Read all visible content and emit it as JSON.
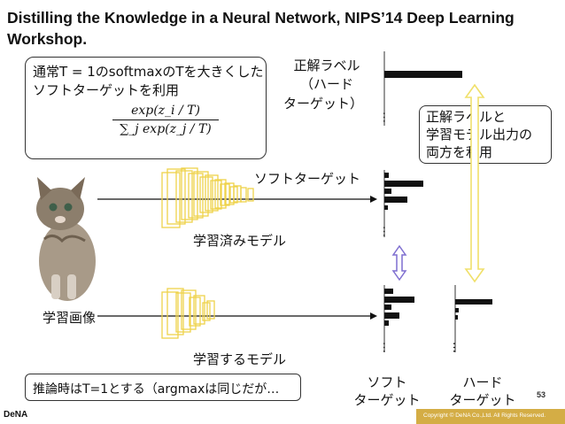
{
  "title": "Distilling the Knowledge in a Neural Network, NIPS’14 Deep Learning Workshop.",
  "softmax_box": {
    "line1": "通常T = 1のsoftmaxのTを大きくした",
    "line2": "ソフトターゲットを利用",
    "formula_numerator": "exp(z_i / T)",
    "formula_denominator": "∑_j exp(z_j / T)"
  },
  "correct_label": {
    "line1": "正解ラベル",
    "line2": "（ハード",
    "line3": "ターゲット）"
  },
  "both_box": {
    "line1": "正解ラベルと",
    "line2": "学習モデル出力の",
    "line3": "両方を利用"
  },
  "soft_target_label": "ソフトターゲット",
  "trained_model_label": "学習済みモデル",
  "training_image_label": "学習画像",
  "student_model_label": "学習するモデル",
  "inference_note": "推論時はT=1とする（argmaxは同じだが…",
  "bottom_soft": {
    "line1": "ソフト",
    "line2": "ターゲット"
  },
  "bottom_hard": {
    "line1": "ハード",
    "line2": "ターゲット"
  },
  "ellipsis": "…",
  "page_number": "53",
  "copyright": "Copyright © DeNA Co.,Ltd. All Rights Reserved.",
  "logo_text": "DeNA",
  "colors": {
    "accent_yellow": "#f5e36a",
    "arrow_blue": "#7f6fd0",
    "footer_gold": "#d4ad45"
  }
}
